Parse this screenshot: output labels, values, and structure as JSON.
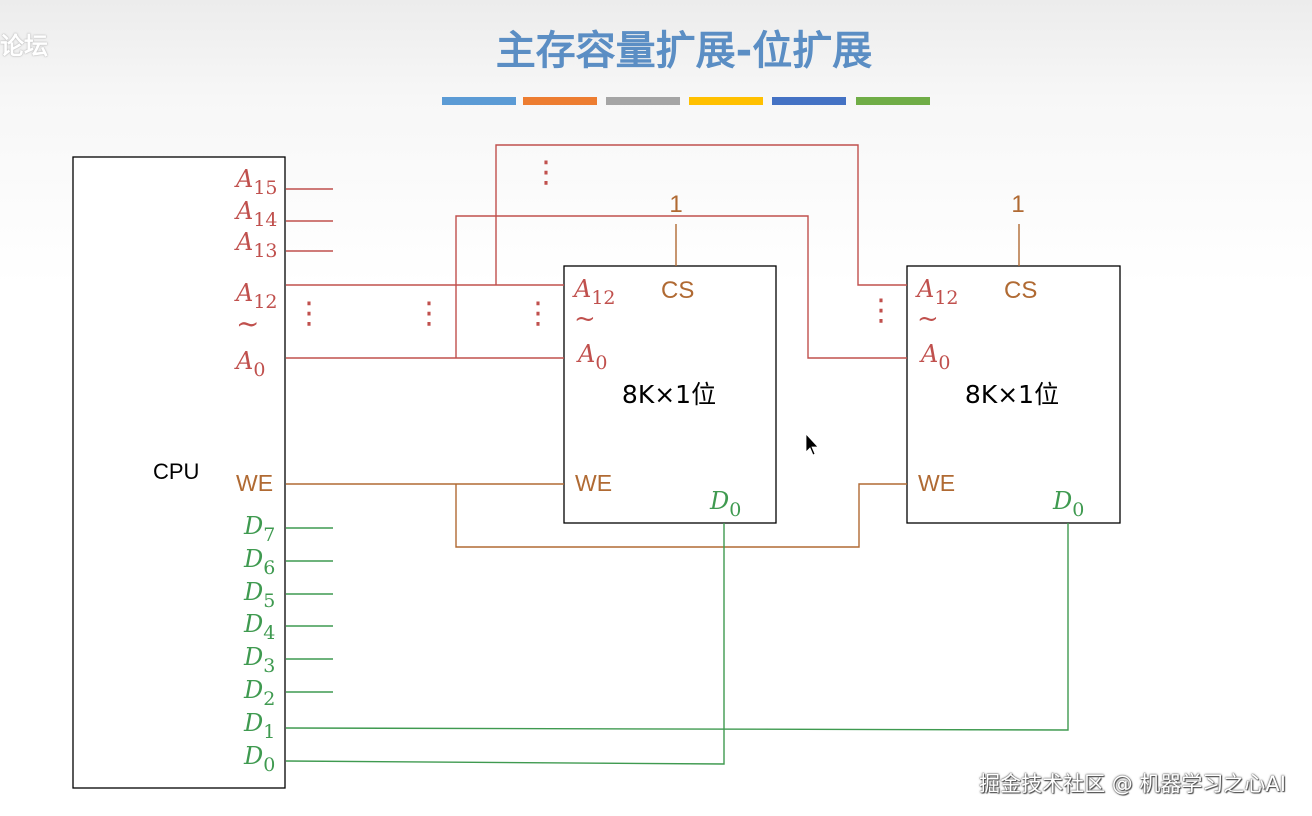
{
  "watermark": {
    "top_left": "论坛",
    "top_left_faded": ""
  },
  "title": "主存容量扩展-位扩展",
  "colors": {
    "title": "#5b8ec4",
    "address": "#c0504d",
    "control": "#b06a33",
    "data": "#3f9a50",
    "cpu_text": "#000000",
    "bars": [
      "#5b9bd5",
      "#ed7d31",
      "#a5a5a5",
      "#ffc000",
      "#4472c4",
      "#70ad47"
    ]
  },
  "cpu": {
    "label": "CPU",
    "address_pins": [
      {
        "base": "A",
        "sub": "15"
      },
      {
        "base": "A",
        "sub": "14"
      },
      {
        "base": "A",
        "sub": "13"
      },
      {
        "base": "A",
        "sub": "12"
      },
      {
        "base": "A",
        "sub": "0"
      }
    ],
    "range_tilde": "~",
    "we_label": "WE",
    "data_pins": [
      {
        "base": "D",
        "sub": "7"
      },
      {
        "base": "D",
        "sub": "6"
      },
      {
        "base": "D",
        "sub": "5"
      },
      {
        "base": "D",
        "sub": "4"
      },
      {
        "base": "D",
        "sub": "3"
      },
      {
        "base": "D",
        "sub": "2"
      },
      {
        "base": "D",
        "sub": "1"
      },
      {
        "base": "D",
        "sub": "0"
      }
    ]
  },
  "chips": [
    {
      "addr_top": {
        "base": "A",
        "sub": "12"
      },
      "tilde": "~",
      "addr_bottom": {
        "base": "A",
        "sub": "0"
      },
      "cs": "CS",
      "cs_value": "1",
      "capacity": "8K×1位",
      "we": "WE",
      "data": {
        "base": "D",
        "sub": "0"
      }
    },
    {
      "addr_top": {
        "base": "A",
        "sub": "12"
      },
      "tilde": "~",
      "addr_bottom": {
        "base": "A",
        "sub": "0"
      },
      "cs": "CS",
      "cs_value": "1",
      "capacity": "8K×1位",
      "we": "WE",
      "data": {
        "base": "D",
        "sub": "0"
      }
    }
  ],
  "ellipsis": "⋮",
  "footer": "掘金技术社区 @ 机器学习之心AI"
}
